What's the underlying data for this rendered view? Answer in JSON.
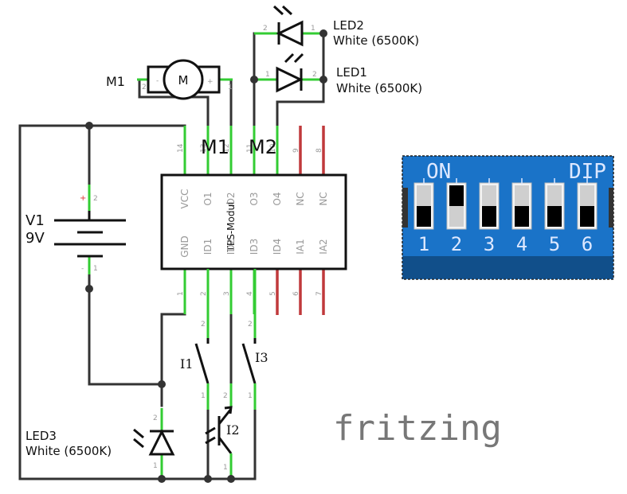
{
  "schematic": {
    "ic": {
      "name": "TPS-Modul",
      "top_pins": [
        {
          "num": "14",
          "name": "VCC",
          "connected": true
        },
        {
          "num": "13",
          "name": "O1",
          "connected": true
        },
        {
          "num": "12",
          "name": "O2",
          "connected": true
        },
        {
          "num": "11",
          "name": "O3",
          "connected": true
        },
        {
          "num": "10",
          "name": "O4",
          "connected": true
        },
        {
          "num": "9",
          "name": "NC",
          "connected": false
        },
        {
          "num": "8",
          "name": "NC",
          "connected": false
        }
      ],
      "bottom_pins": [
        {
          "num": "1",
          "name": "GND",
          "connected": true
        },
        {
          "num": "2",
          "name": "ID1",
          "connected": true
        },
        {
          "num": "3",
          "name": "ID2",
          "connected": true
        },
        {
          "num": "4",
          "name": "ID3",
          "connected": true
        },
        {
          "num": "5",
          "name": "ID4",
          "connected": false
        },
        {
          "num": "6",
          "name": "IA1",
          "connected": false
        },
        {
          "num": "7",
          "name": "IA2",
          "connected": false
        }
      ],
      "output_labels": [
        "M1",
        "M2"
      ]
    },
    "motor": {
      "name": "M1",
      "symbol": "M",
      "minus": "-",
      "plus": "+",
      "pin_left": "2",
      "pin_right": "1"
    },
    "battery": {
      "name": "V1",
      "voltage": "9V",
      "plus_sign": "+",
      "minus_sign": "-",
      "pin_plus": "2",
      "pin_minus": "1"
    },
    "led1": {
      "name": "LED1",
      "desc": "White (6500K)",
      "pin_a": "1",
      "pin_k": "2"
    },
    "led2": {
      "name": "LED2",
      "desc": "White (6500K)",
      "pin_a": "1",
      "pin_k": "2"
    },
    "led3": {
      "name": "LED3",
      "desc": "White (6500K)",
      "pin_a": "2",
      "pin_k": "1"
    },
    "switches": [
      {
        "name": "I1",
        "pin_top": "2",
        "pin_bottom": "1"
      },
      {
        "name": "I3",
        "pin_top": "2",
        "pin_bottom": "1"
      }
    ],
    "phototransistor": {
      "name": "I2",
      "pin_top": "2",
      "pin_bottom": "1"
    }
  },
  "dip_switch": {
    "on_label": "ON",
    "type_label": "DIP",
    "switches": [
      {
        "label": "1",
        "on": false
      },
      {
        "label": "2",
        "on": true
      },
      {
        "label": "3",
        "on": false
      },
      {
        "label": "4",
        "on": false
      },
      {
        "label": "5",
        "on": false
      },
      {
        "label": "6",
        "on": false
      }
    ],
    "colors": {
      "body": "#1a73c8",
      "bottom": "#114f8a"
    }
  },
  "watermark": "fritzing"
}
